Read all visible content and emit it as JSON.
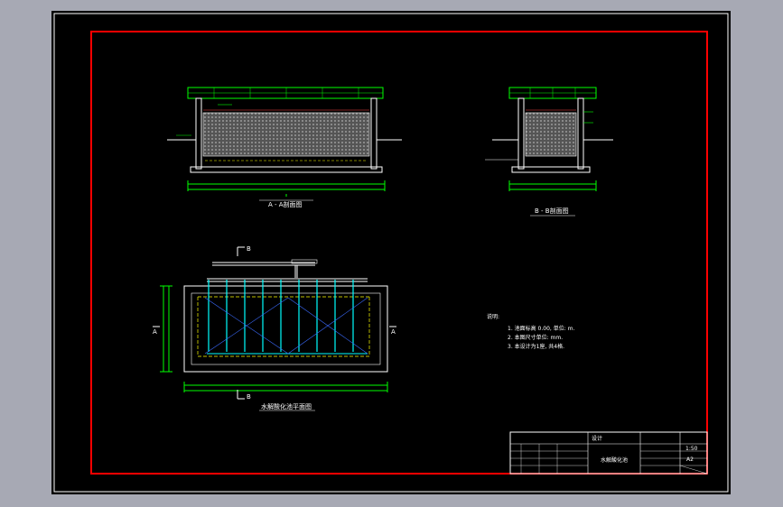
{
  "drawing": {
    "views": {
      "section_a_title": "A - A剖面图",
      "section_b_title": "B - B剖面图",
      "plan_title": "水解酸化池平面图",
      "section_markers": [
        "A",
        "A",
        "B",
        "B"
      ]
    },
    "notes": {
      "heading": "说明:",
      "items": [
        "1. 池面标高 0.00, 单位: m.",
        "2. 本图尺寸单位: mm.",
        "3. 本设计为1座, 共4格."
      ]
    },
    "title_block": {
      "design_label": "设计",
      "drawing_name": "水解酸化池",
      "scale_value": "1:50",
      "sheet_size": "A2"
    },
    "colors": {
      "background": "#000000",
      "frame": "#ff0000",
      "structure": "#ffffff",
      "fill_media": "#7a7a7a",
      "pipes": "#00ffff",
      "green": "#00ff00",
      "yellow": "#ffff00"
    }
  }
}
